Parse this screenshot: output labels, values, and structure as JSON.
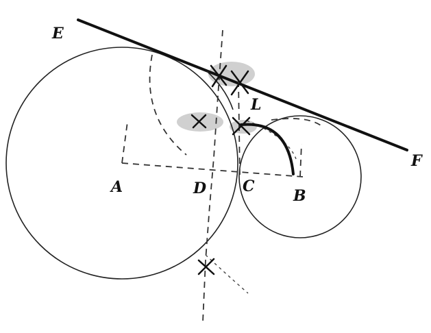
{
  "labels": {
    "E": "E",
    "F": "F",
    "A": "A",
    "B": "B",
    "C": "C",
    "D": "D",
    "L": "L"
  },
  "colors": {
    "ink": "#111111",
    "paper": "#ffffff",
    "smudge": "#777777"
  }
}
